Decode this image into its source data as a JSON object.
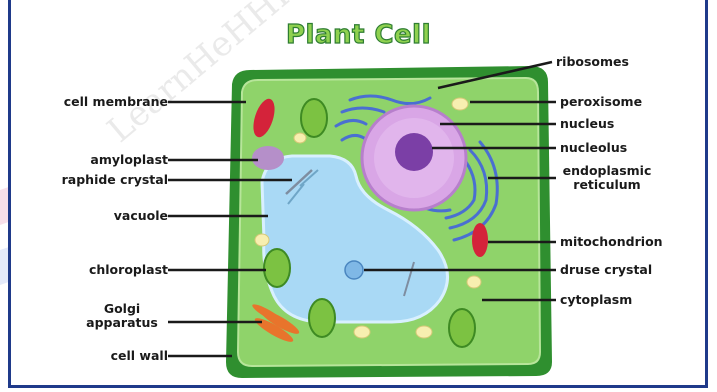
{
  "title": "Plant Cell",
  "watermark": "LearnHeHHH",
  "labels": {
    "cell_membrane": "cell membrane",
    "amyloplast": "amyloplast",
    "raphide_crystal": "raphide crystal",
    "vacuole": "vacuole",
    "chloroplast": "chloroplast",
    "golgi_line1": "Golgi",
    "golgi_line2": "apparatus",
    "cell_wall": "cell wall",
    "ribosomes": "ribosomes",
    "peroxisome": "peroxisome",
    "nucleus": "nucleus",
    "nucleolus": "nucleolus",
    "er_line1": "endoplasmic",
    "er_line2": "reticulum",
    "mitochondrion": "mitochondrion",
    "druse_crystal": "druse crystal",
    "cytoplasm": "cytoplasm"
  },
  "colors": {
    "cell_wall": "#2f8f2f",
    "cytoplasm": "#8fd36a",
    "vacuole": "#a9d9f5",
    "nucleus": "#d9a6e6",
    "nucleolus": "#7b3fa6",
    "er": "#4a6fd1",
    "mitochondrion": "#d4233a",
    "chloroplast": "#7cc242",
    "golgi": "#e8742c",
    "peroxisome": "#f7efb0",
    "frame": "#1f3a8a"
  }
}
